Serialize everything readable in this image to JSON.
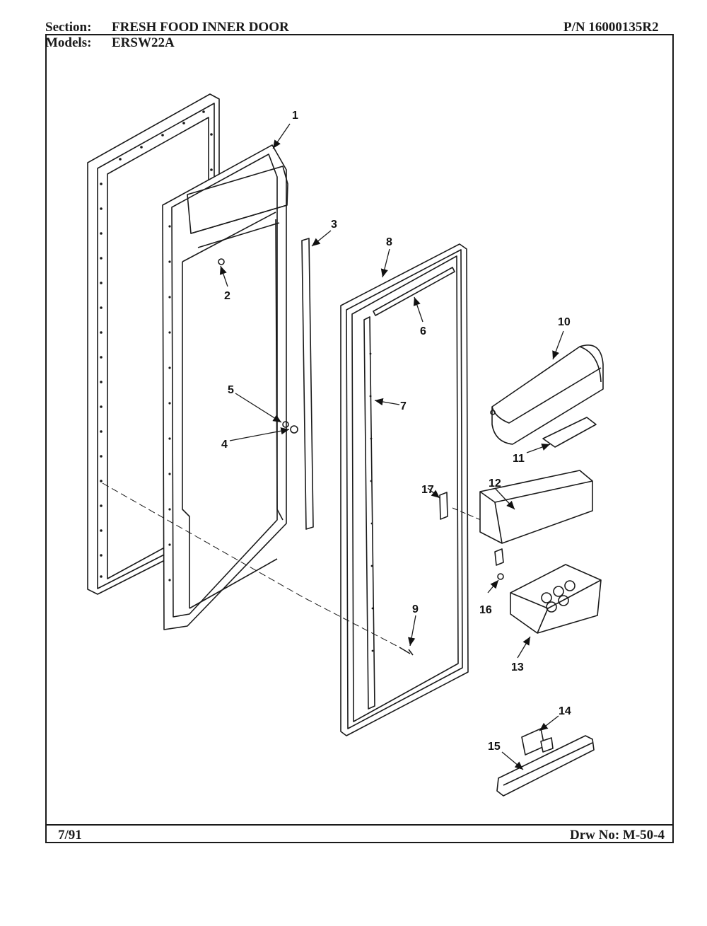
{
  "header": {
    "section_label": "Section:",
    "section_value": "FRESH FOOD INNER DOOR",
    "part_number": "P/N 16000135R2",
    "models_label": "Models:",
    "models_value": "ERSW22A"
  },
  "footer": {
    "date": "7/91",
    "drawing_number": "Drw No: M-50-4"
  },
  "callouts": {
    "c1": "1",
    "c2": "2",
    "c3": "3",
    "c4": "4",
    "c5": "5",
    "c6": "6",
    "c7": "7",
    "c8": "8",
    "c9": "9",
    "c10": "10",
    "c11": "11",
    "c12": "12",
    "c13": "13",
    "c14": "14",
    "c15": "15",
    "c16": "16",
    "c17": "17"
  }
}
